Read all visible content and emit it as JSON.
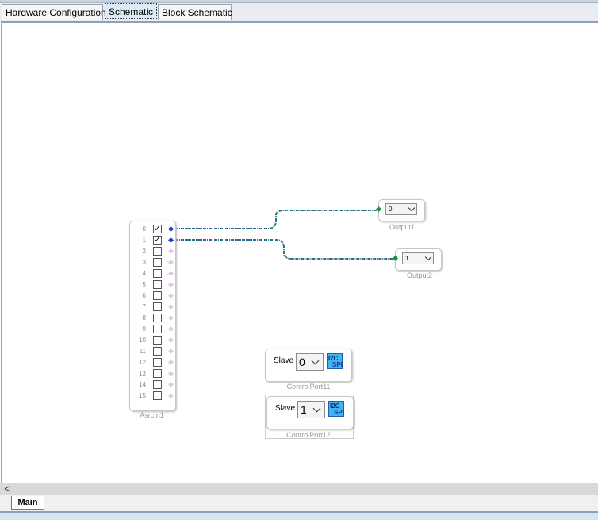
{
  "tabs": [
    {
      "label": "Hardware Configuration"
    },
    {
      "label": "Schematic"
    },
    {
      "label": "Block Schematic"
    }
  ],
  "asrc": {
    "label": "AsrcIn1",
    "rows": [
      {
        "n": "0",
        "checked": true
      },
      {
        "n": "1",
        "checked": true
      },
      {
        "n": "2",
        "checked": false
      },
      {
        "n": "3",
        "checked": false
      },
      {
        "n": "4",
        "checked": false
      },
      {
        "n": "5",
        "checked": false
      },
      {
        "n": "6",
        "checked": false
      },
      {
        "n": "7",
        "checked": false
      },
      {
        "n": "8",
        "checked": false
      },
      {
        "n": "9",
        "checked": false
      },
      {
        "n": "10",
        "checked": false
      },
      {
        "n": "11",
        "checked": false
      },
      {
        "n": "12",
        "checked": false
      },
      {
        "n": "13",
        "checked": false
      },
      {
        "n": "14",
        "checked": false
      },
      {
        "n": "15",
        "checked": false
      }
    ]
  },
  "outputs": [
    {
      "label": "Output1",
      "value": "0"
    },
    {
      "label": "Output2",
      "value": "1"
    }
  ],
  "control_ports": [
    {
      "label": "ControlPort11",
      "slave_label": "Slave",
      "value": "0",
      "badge_top": "I2C",
      "badge_bottom": "SPI"
    },
    {
      "label": "ControlPort12",
      "slave_label": "Slave",
      "value": "1",
      "badge_top": "I2C",
      "badge_bottom": "SPI"
    }
  ],
  "bottom_tabs": [
    {
      "label": "Main"
    }
  ],
  "scroll_left_glyph": "<",
  "check_glyph": "✓",
  "colors": {
    "wire": "#2a6c8a",
    "active_pin": "#1a3ed6",
    "input_pin": "#0a9a3a",
    "idle_pin": "#e2c9e6"
  }
}
